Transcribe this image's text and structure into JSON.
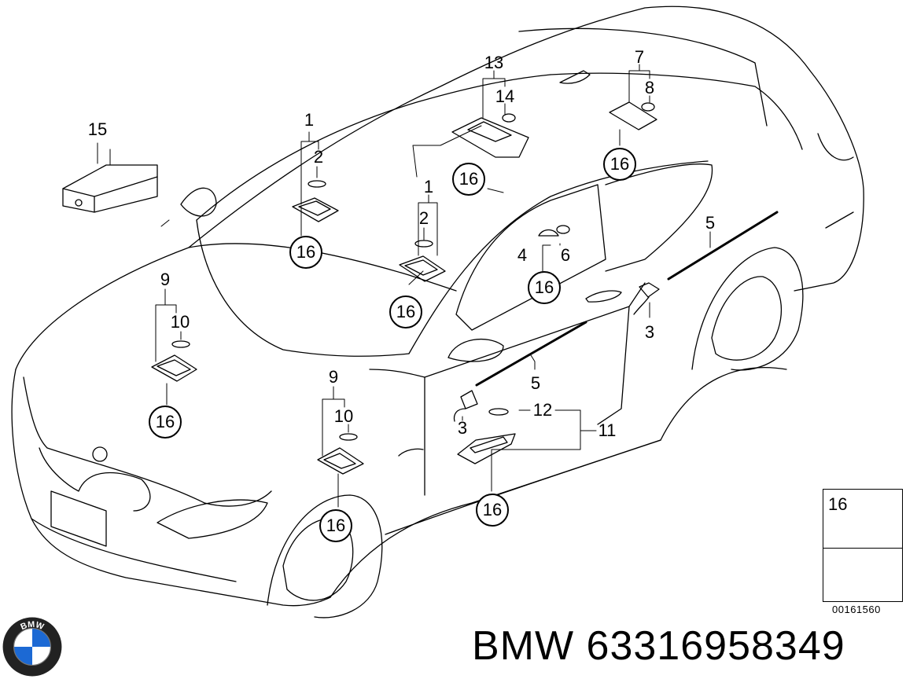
{
  "brand": "BMW",
  "part_number": "63316958349",
  "doc_number": "00161560",
  "legend": {
    "number": "16"
  },
  "logo": {
    "letters": "BMW"
  },
  "callouts": {
    "c1a": "1",
    "c2a": "2",
    "c1b": "1",
    "c2b": "2",
    "c13": "13",
    "c14": "14",
    "c7": "7",
    "c8": "8",
    "c15": "15",
    "c5a": "5",
    "c4": "4",
    "c6": "6",
    "c3a": "3",
    "c9a": "9",
    "c10a": "10",
    "c9b": "9",
    "c10b": "10",
    "c5b": "5",
    "c3b": "3",
    "c12": "12",
    "c11": "11",
    "r1": "16",
    "r2": "16",
    "r3": "16",
    "r4": "16",
    "r5": "16",
    "r6": "16",
    "r7": "16",
    "r8": "16",
    "r9": "16"
  },
  "colors": {
    "line": "#000000",
    "background": "#ffffff",
    "logo_blue": "#1c69d4"
  }
}
